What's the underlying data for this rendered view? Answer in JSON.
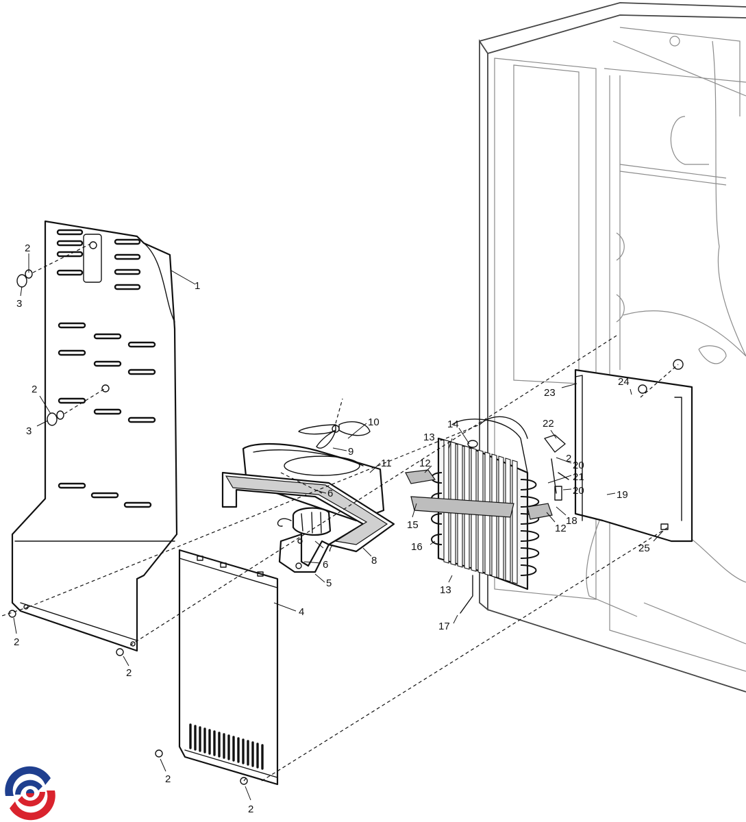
{
  "diagram": {
    "callouts": {
      "c1": "1",
      "c2": "2",
      "c3": "3",
      "c4": "4",
      "c5": "5",
      "c6": "6",
      "c7": "7",
      "c8": "8",
      "c9": "9",
      "c10": "10",
      "c11": "11",
      "c12": "12",
      "c13": "13",
      "c14": "14",
      "c15": "15",
      "c16": "16",
      "c17": "17",
      "c18": "18",
      "c19": "19",
      "c20": "20",
      "c21": "21",
      "c22": "22",
      "c23": "23",
      "c24": "24",
      "c25": "25"
    }
  },
  "logo": {
    "icon": "brand-swirl-logo",
    "colors": {
      "blue": "#1f3f8f",
      "red": "#d9232d"
    }
  }
}
